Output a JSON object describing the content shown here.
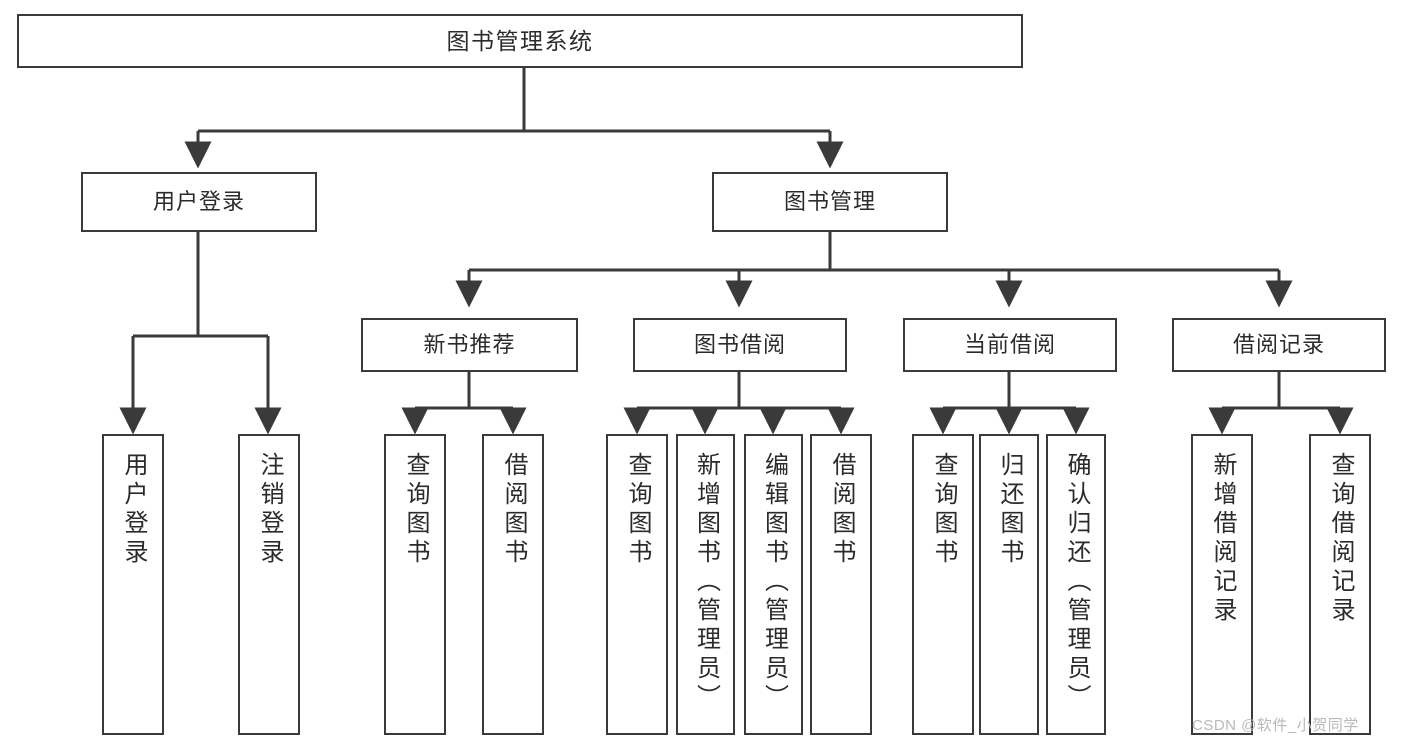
{
  "diagram": {
    "title": "图书管理系统",
    "type": "tree-hierarchy-diagram",
    "colors": {
      "stroke": "#3a3a3a",
      "fill": "#ffffff",
      "text": "#2b2b2b",
      "watermark": "#b9b9b9"
    },
    "nodes": {
      "root": {
        "label": "图书管理系统"
      },
      "level2": [
        {
          "label": "用户登录"
        },
        {
          "label": "图书管理"
        }
      ],
      "level3": [
        {
          "label": "新书推荐"
        },
        {
          "label": "图书借阅"
        },
        {
          "label": "当前借阅"
        },
        {
          "label": "借阅记录"
        }
      ],
      "leaves": {
        "user_login": [
          {
            "label": "用户登录"
          },
          {
            "label": "注销登录"
          }
        ],
        "new_book_recommend": [
          {
            "label": "查询图书"
          },
          {
            "label": "借阅图书"
          }
        ],
        "book_borrow": [
          {
            "label": "查询图书"
          },
          {
            "label": "新增图书（管理员）"
          },
          {
            "label": "编辑图书（管理员）"
          },
          {
            "label": "借阅图书"
          }
        ],
        "current_borrow": [
          {
            "label": "查询图书"
          },
          {
            "label": "归还图书"
          },
          {
            "label": "确认归还（管理员）"
          }
        ],
        "borrow_record": [
          {
            "label": "新增借阅记录"
          },
          {
            "label": "查询借阅记录"
          }
        ]
      }
    },
    "watermark": "CSDN @软件_小贺同学"
  }
}
